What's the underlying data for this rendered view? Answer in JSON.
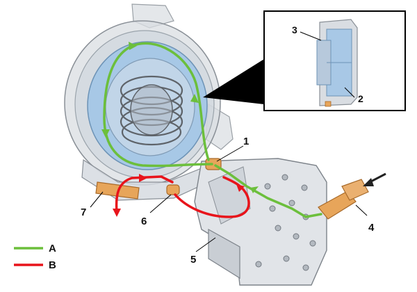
{
  "callouts": {
    "c1": "1",
    "c2": "2",
    "c3": "3",
    "c4": "4",
    "c5": "5",
    "c6": "6",
    "c7": "7"
  },
  "legend": {
    "a": {
      "label": "A",
      "color": "#6cbf3c"
    },
    "b": {
      "label": "B",
      "color": "#e8141b"
    }
  },
  "colors": {
    "housing": "#d9dde2",
    "housing_edge": "#8a9097",
    "piston": "#9fc4e6",
    "seal": "#e7a55a",
    "inset_border": "#000000"
  }
}
